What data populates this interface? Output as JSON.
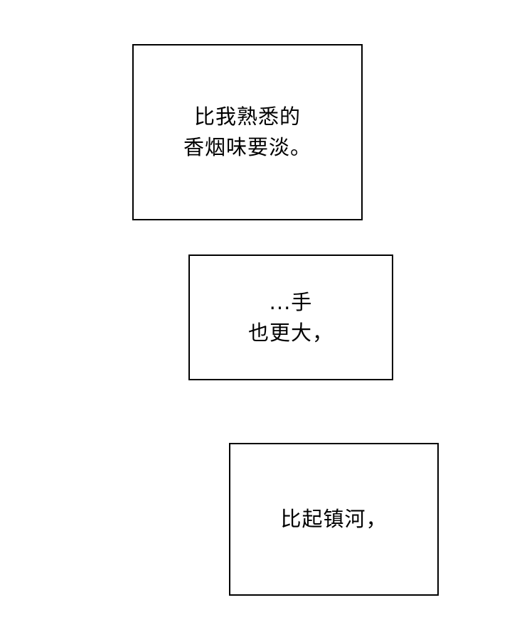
{
  "page": {
    "background": "#ffffff",
    "border_color": "#000000",
    "text_color": "#000000"
  },
  "panels": [
    {
      "name": "speech-box-1",
      "lines": [
        "比我熟悉的",
        "香烟味要淡。"
      ]
    },
    {
      "name": "speech-box-2",
      "lines": [
        "...手",
        "也更大，"
      ]
    },
    {
      "name": "speech-box-3",
      "lines": [
        "比起镇河，"
      ]
    }
  ]
}
